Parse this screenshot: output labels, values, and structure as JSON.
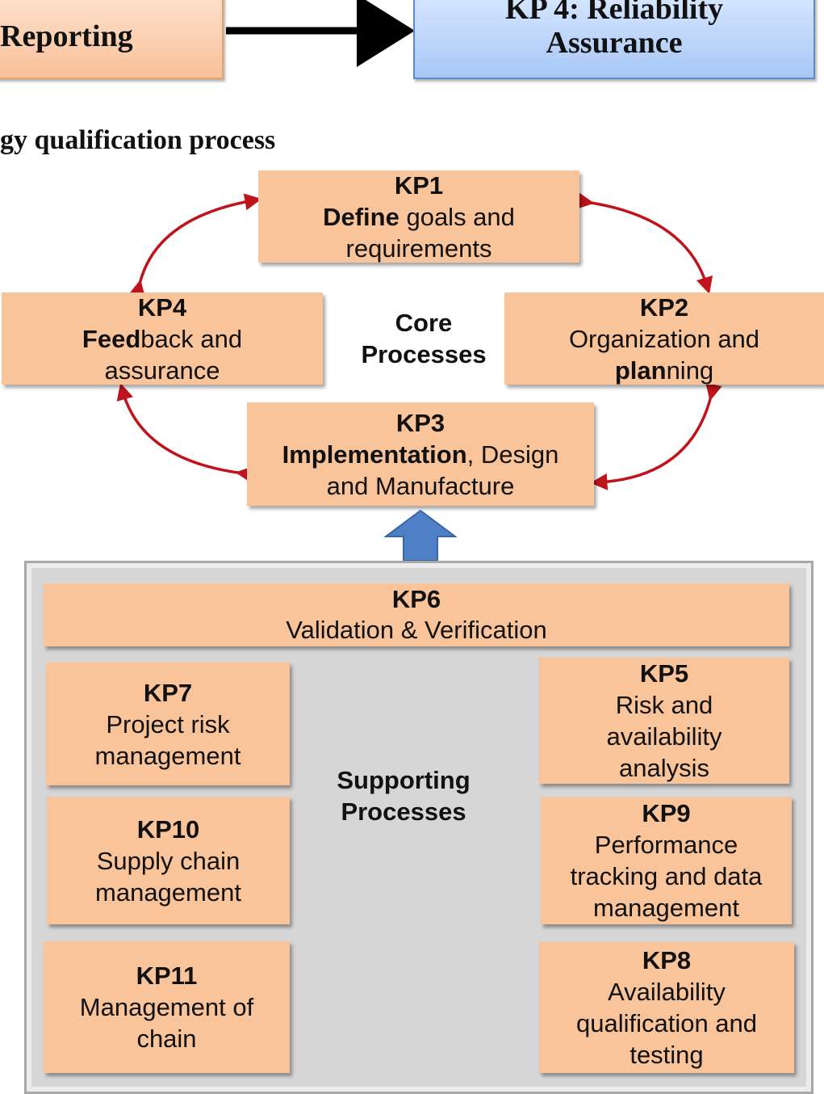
{
  "top": {
    "left_box": "Reporting",
    "right_box_line1": "KP 4: Reliability",
    "right_box_line2": "Assurance"
  },
  "heading": "gy qualification process",
  "core": {
    "label_line1": "Core",
    "label_line2": "Processes",
    "kp1": {
      "id": "KP1",
      "bold": "Define",
      "rest": " goals and",
      "line3": "requirements"
    },
    "kp2": {
      "id": "KP2",
      "line2": "Organization and",
      "bold": "plan",
      "rest": "ning"
    },
    "kp3": {
      "id": "KP3",
      "bold": "Implementation",
      "rest": ", Design",
      "line3": "and Manufacture"
    },
    "kp4": {
      "id": "KP4",
      "bold": "Feed",
      "rest": "back and",
      "line3": "assurance"
    }
  },
  "supporting": {
    "label_line1": "Supporting",
    "label_line2": "Processes",
    "kp6": {
      "id": "KP6",
      "line2": "Validation & Verification"
    },
    "kp7": {
      "id": "KP7",
      "line2": "Project risk",
      "line3": "management"
    },
    "kp10": {
      "id": "KP10",
      "line2": "Supply chain",
      "line3": "management"
    },
    "kp11": {
      "id": "KP11",
      "line2": "Management of",
      "line3": "chain"
    },
    "kp5": {
      "id": "KP5",
      "line2": "Risk and",
      "line3": "availability",
      "line4": "analysis"
    },
    "kp9": {
      "id": "KP9",
      "line2": "Performance",
      "line3": "tracking and data",
      "line4": "management"
    },
    "kp8": {
      "id": "KP8",
      "line2": "Availability",
      "line3": "qualification and",
      "line4": "testing"
    }
  },
  "colors": {
    "box_fill": "#f9c49a",
    "cycle_arrow": "#c0141c",
    "up_arrow": "#4f7fc4",
    "frame": "#d6d6d6"
  }
}
